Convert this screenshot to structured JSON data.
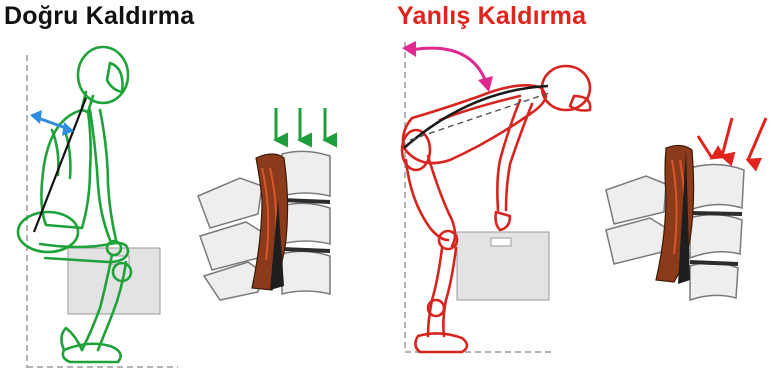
{
  "panels": [
    {
      "id": "correct",
      "title": "Doğru Kaldırma",
      "title_color": "#111111",
      "figure_color": "#1fa23a",
      "arrow_color": "#1e9e3a",
      "bend_indicator_color": "#2f8de0"
    },
    {
      "id": "wrong",
      "title": "Yanlış Kaldırma",
      "title_color": "#e0231c",
      "figure_color": "#d8241f",
      "arrow_color": "#e0231c",
      "bend_indicator_color": "#e0288f"
    }
  ],
  "colors": {
    "box_fill": "#e3e3e3",
    "box_stroke": "#9a9a9a",
    "muscle": "#8b3a1a",
    "muscle_highlight": "#d9562a",
    "vertebra_fill": "#eeeeee",
    "vertebra_stroke": "#7a7a7a"
  },
  "icons": [
    "down-arrow-icon",
    "double-headed-arrow-icon",
    "spine-icon",
    "box-icon"
  ]
}
